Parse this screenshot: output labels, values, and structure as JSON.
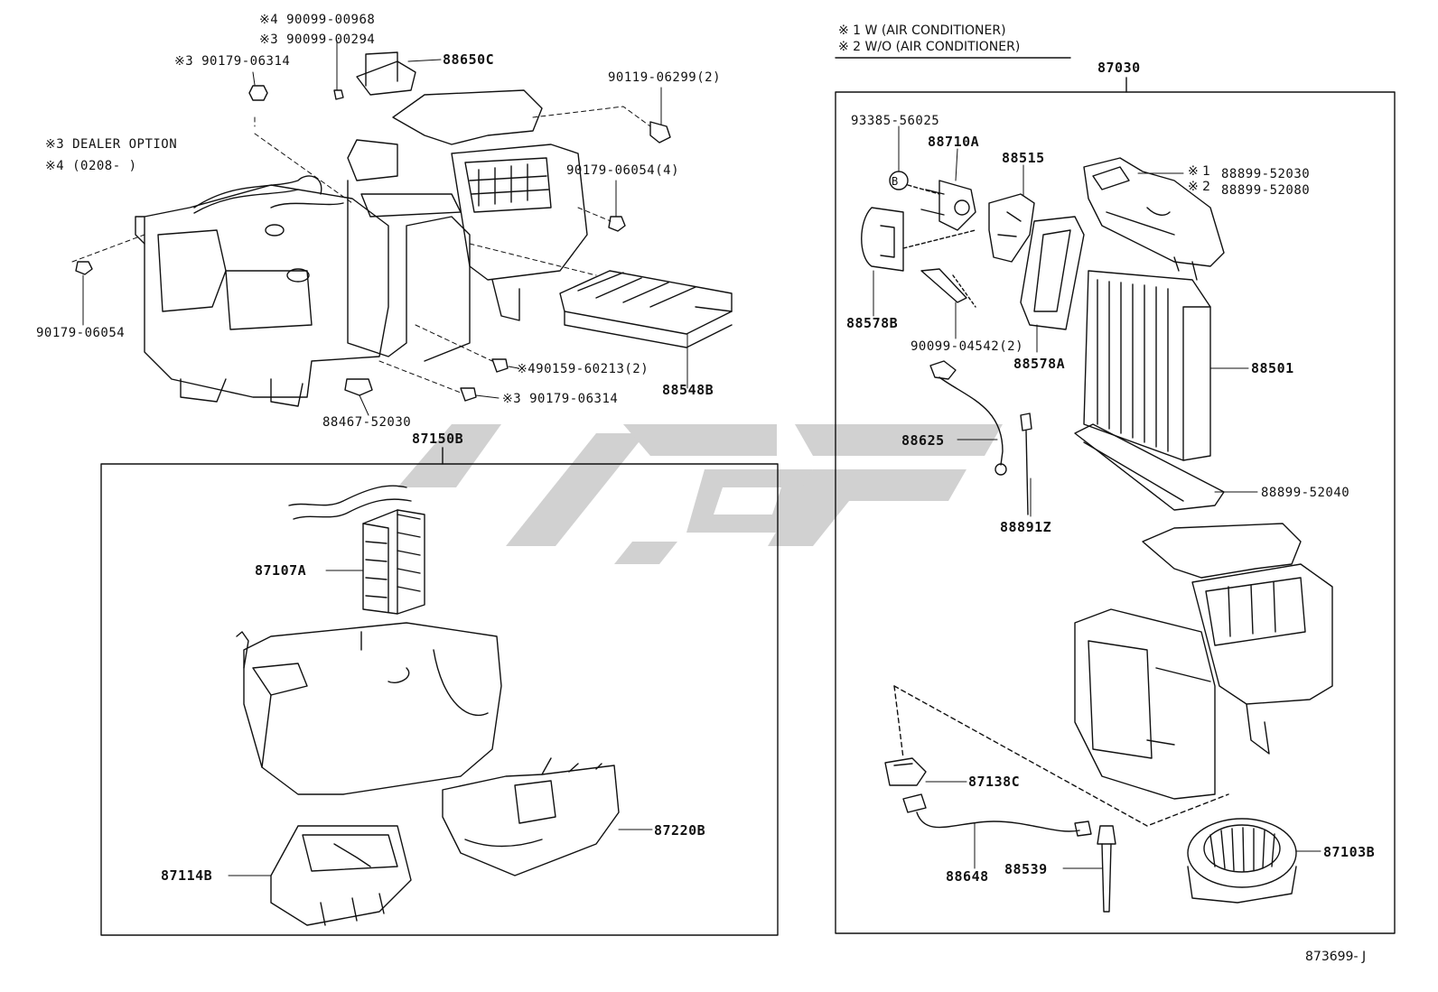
{
  "notes": {
    "ac": "※ 1 W (AIR CONDITIONER)",
    "no_ac": "※ 2 W/O (AIR CONDITIONER)",
    "dealer_option": "※3 DEALER OPTION",
    "from_date": "※4 (0208-      )"
  },
  "labels": {
    "p_4_90099_00968": "※4 90099-00968",
    "p_3_90099_00294": "※3 90099-00294",
    "p_3_90179_06314_top": "※3 90179-06314",
    "p_88650c": "88650C",
    "p_90119_06299": "90119-06299(2)",
    "p_90179_06054_4": "90179-06054(4)",
    "p_90179_06054": "90179-06054",
    "p_4_90159_60213": "※490159-60213(2)",
    "p_3_90179_06314_bottom": "※3 90179-06314",
    "p_88548b": "88548B",
    "p_88467_52030": "88467-52030",
    "p_87150b": "87150B",
    "p_87107a": "87107A",
    "p_87220b": "87220B",
    "p_87114b": "87114B",
    "p_87030": "87030",
    "p_93385_56025": "93385-56025",
    "p_88710a": "88710A",
    "p_88515": "88515",
    "p_ac1_note": "※ 1",
    "p_88899_52030": "88899-52030",
    "p_ac2_note": "※ 2",
    "p_88899_52080": "88899-52080",
    "p_88578b": "88578B",
    "p_90099_04542": "90099-04542(2)",
    "p_88578a": "88578A",
    "p_88501": "88501",
    "p_88625": "88625",
    "p_88891z": "88891Z",
    "p_88899_52040": "88899-52040",
    "p_87138c": "87138C",
    "p_88648": "88648",
    "p_88539": "88539",
    "p_87103b": "87103B",
    "p_circle_b": "B"
  },
  "footer": {
    "drawing_no": "873699- J"
  }
}
